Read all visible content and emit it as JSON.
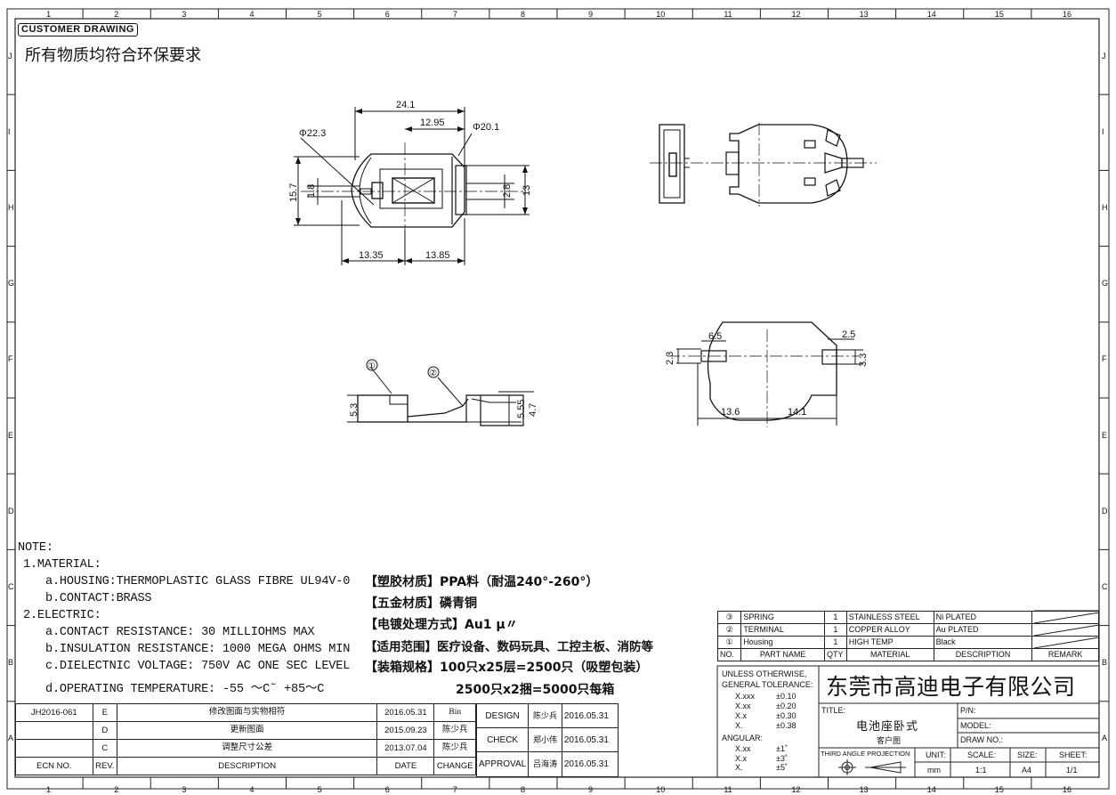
{
  "border": {
    "cols": [
      "1",
      "2",
      "3",
      "4",
      "5",
      "6",
      "7",
      "8",
      "9",
      "10",
      "11",
      "12",
      "13",
      "14",
      "15",
      "16"
    ],
    "rows": [
      "J",
      "I",
      "H",
      "G",
      "F",
      "E",
      "D",
      "C",
      "B",
      "A"
    ]
  },
  "header": {
    "stamp": "CUSTOMER DRAWING",
    "env_note": "所有物质均符合环保要求"
  },
  "views": {
    "front": {
      "d_24_1": "24.1",
      "d_12_95": "12.95",
      "d_phi20_1": "Φ20.1",
      "d_phi22_3": "Φ22.3",
      "d_15_7": "15.7",
      "d_1_8": "1.8",
      "d_2_8": "2.8",
      "d_13": "13",
      "d_13_35": "13.35",
      "d_13_85": "13.85"
    },
    "side": {
      "callout_1": "①",
      "callout_2": "②",
      "d_5_3": "5.3",
      "d_5_55": "5.55",
      "d_4_7": "4.7"
    },
    "bottom": {
      "d_6_5": "6.5",
      "d_2_5": "2.5",
      "d_2_3": "2.3",
      "d_3_3": "3.3",
      "d_13_6": "13.6",
      "d_14_1": "14.1"
    }
  },
  "notes": {
    "title": "NOTE:",
    "lines": [
      "1.MATERIAL:",
      "a.HOUSING:THERMOPLASTIC GLASS FIBRE UL94V-0",
      "b.CONTACT:BRASS",
      "2.ELECTRIC:",
      "a.CONTACT RESISTANCE: 30 MILLIOHMS MAX",
      "b.INSULATION RESISTANCE: 1000 MEGA OHMS MIN",
      "c.DIELECTNIC VOLTAGE: 750V AC ONE SEC LEVEL",
      "d.OPERATING TEMPERATURE: -55 ～C˜ +85～C"
    ],
    "cn": [
      "【塑胶材质】PPA料（耐温240°-260°）",
      "【五金材质】磷青铜",
      "【电镀处理方式】Au1 μ〃",
      "【适用范围】医疗设备、数码玩具、工控主板、消防等",
      "【装箱规格】100只x25层=2500只（吸塑包装）",
      "2500只x2捆=5000只每箱"
    ]
  },
  "revisions": {
    "rows": [
      {
        "ecn": "JH2016-061",
        "rev": "E",
        "desc": "修改图面与实物相符",
        "date": "2016.05.31",
        "change": "Bin"
      },
      {
        "ecn": "",
        "rev": "D",
        "desc": "更新图面",
        "date": "2015.09.23",
        "change": "陈少兵"
      },
      {
        "ecn": "",
        "rev": "C",
        "desc": "调整尺寸公差",
        "date": "2013.07.04",
        "change": "陈少兵"
      }
    ],
    "headers": {
      "ecn": "ECN NO.",
      "rev": "REV.",
      "desc": "DESCRIPTION",
      "date": "DATE",
      "change": "CHANGE"
    }
  },
  "approvals": [
    {
      "label": "DESIGN",
      "name": "陈少兵",
      "date": "2016.05.31"
    },
    {
      "label": "CHECK",
      "name": "郑小伟",
      "date": "2016.05.31"
    },
    {
      "label": "APPROVAL",
      "name": "吕海涛",
      "date": "2016.05.31"
    }
  ],
  "parts": {
    "rows": [
      {
        "no": "③",
        "name": "SPRING",
        "qty": "1",
        "material": "STAINLESS STEEL",
        "desc": "Ni PLATED",
        "remark": ""
      },
      {
        "no": "②",
        "name": "TERMINAL",
        "qty": "1",
        "material": "COPPER ALLOY",
        "desc": "Au PLATED",
        "remark": ""
      },
      {
        "no": "①",
        "name": "Housing",
        "qty": "1",
        "material": "HIGH TEMP",
        "desc": "Black",
        "remark": ""
      }
    ],
    "headers": {
      "no": "NO.",
      "name": "PART NAME",
      "qty": "QTY",
      "material": "MATERIAL",
      "desc": "DESCRIPTION",
      "remark": "REMARK"
    }
  },
  "tolerance": {
    "title1": "UNLESS OTHERWISE,",
    "title2": "GENERAL TOLERANCE:",
    "linear": [
      [
        "X.xxx",
        "±0.10"
      ],
      [
        "X.xx",
        "±0.20"
      ],
      [
        "X.x",
        "±0.30"
      ],
      [
        "X.",
        "±0.38"
      ]
    ],
    "angular_title": "ANGULAR:",
    "angular": [
      [
        "X.xx",
        "±1˚"
      ],
      [
        "X.x",
        "±3˚"
      ],
      [
        "X.",
        "±5˚"
      ]
    ]
  },
  "company": "东莞市高迪电子有限公司",
  "title_block": {
    "title_label": "TITLE:",
    "title_value": "电池座卧式",
    "title_sub": "客户图",
    "pn_label": "P/N:",
    "model_label": "MODEL:",
    "drawno_label": "DRAW NO.:",
    "projection": "THIRD ANGLE PROJECTION",
    "unit_label": "UNIT:",
    "unit_value": "mm",
    "scale_label": "SCALE:",
    "scale_value": "1:1",
    "size_label": "SIZE:",
    "size_value": "A4",
    "sheet_label": "SHEET:",
    "sheet_value": "1/1"
  }
}
